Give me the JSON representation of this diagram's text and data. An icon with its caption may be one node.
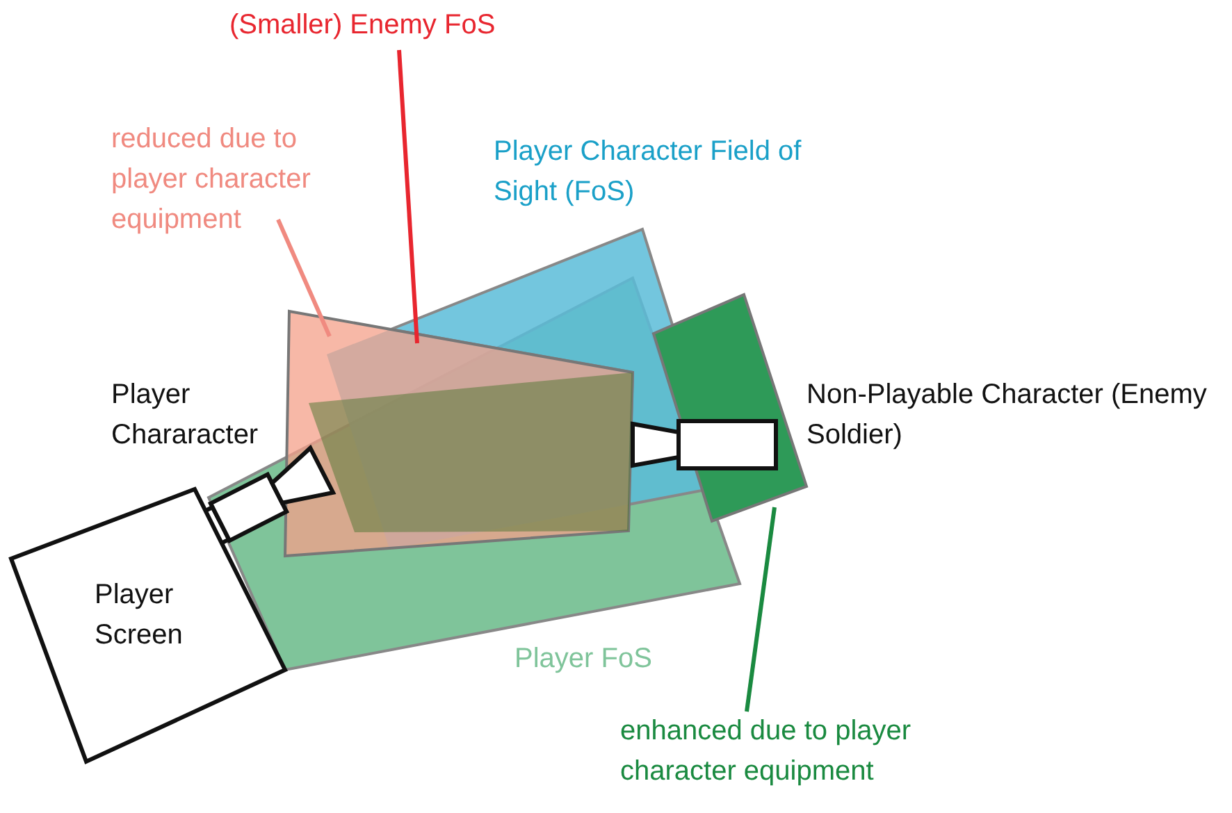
{
  "diagram": {
    "nodes": [
      {
        "text": [
          "(Smaller) Enemy FoS"
        ]
      },
      {
        "text": [
          "reduced due to player character equipment"
        ]
      },
      {
        "text": [],
        "shape": "box"
      },
      {
        "text": [
          "Player Screen"
        ]
      },
      {
        "text": [],
        "shape": "box"
      },
      {
        "text": [
          "enhanced due to player character equipment"
        ]
      }
    ],
    "edges": [
      {
        "from": 0,
        "to": 2,
        "arrow": "none",
        "color": "#e8262f"
      },
      {
        "from": 1,
        "to": 2,
        "arrow": "none",
        "color": "#f08a80"
      },
      {
        "from": 5,
        "to": 4,
        "arrow": "none",
        "color": "#1a8a40"
      }
    ],
    "labels": [
      "Player Character Field of Sight (FoS)",
      "Player Chararacter",
      "Non-Playable Character (Enemy Soldier)",
      "Player FoS"
    ]
  }
}
